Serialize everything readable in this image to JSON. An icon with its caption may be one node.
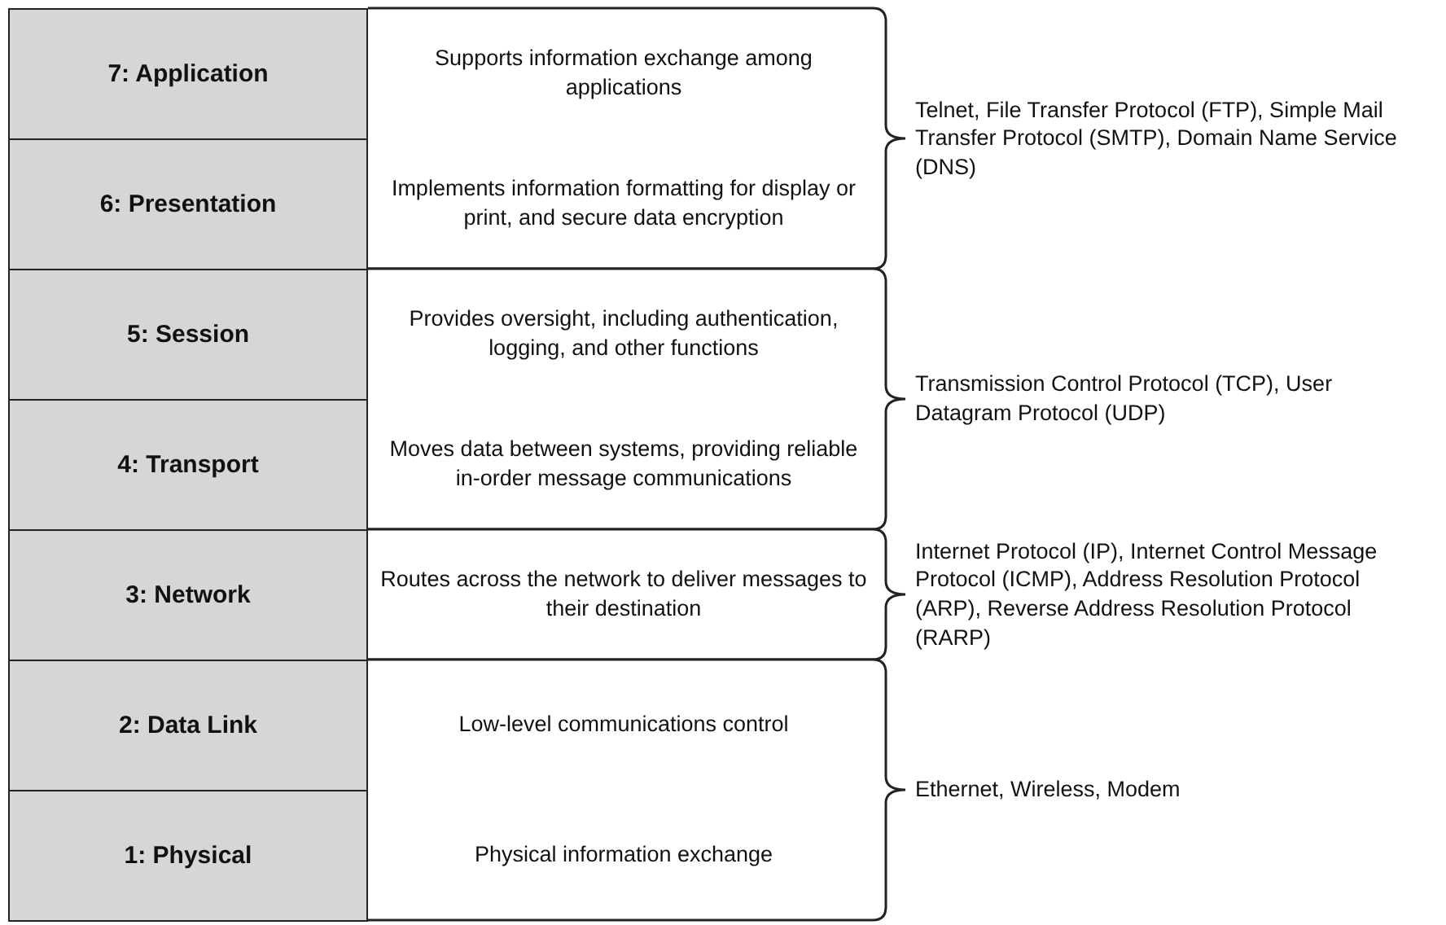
{
  "diagram": {
    "nodes": [
      {
        "text": [
          "7: Application"
        ]
      },
      {
        "text": [
          "6: Presentation"
        ]
      },
      {
        "text": [
          "5: Session"
        ]
      },
      {
        "text": [
          "4: Transport"
        ]
      },
      {
        "text": [
          "3: Network"
        ]
      },
      {
        "text": [
          "2: Data Link"
        ]
      },
      {
        "text": [
          "1: Physical"
        ]
      },
      {
        "text": [
          "Supports information exchange among applications",
          "Implements information formatting for display or print, and secure data encryption"
        ],
        "beside": [
          "Telnet, File Transfer Protocol (FTP), Simple Mail Transfer Protocol (SMTP), Domain Name Service (DNS)"
        ]
      },
      {
        "text": [
          "Provides oversight, including authentication, logging, and other functions",
          "Moves data between systems, providing reliable in-order message communications"
        ],
        "beside": [
          "Transmission Control Protocol (TCP), User Datagram Protocol (UDP)"
        ]
      },
      {
        "text": [
          "Routes across the network to deliver messages to their destination"
        ],
        "beside": [
          "Internet Protocol (IP), Internet Control Message Protocol (ICMP), Address Resolution Protocol (ARP), Reverse Address Resolution Protocol (RARP)"
        ]
      },
      {
        "text": [
          "Low-level communications control",
          "Physical information exchange"
        ],
        "beside": [
          "Ethernet, Wireless, Modem"
        ]
      }
    ]
  }
}
